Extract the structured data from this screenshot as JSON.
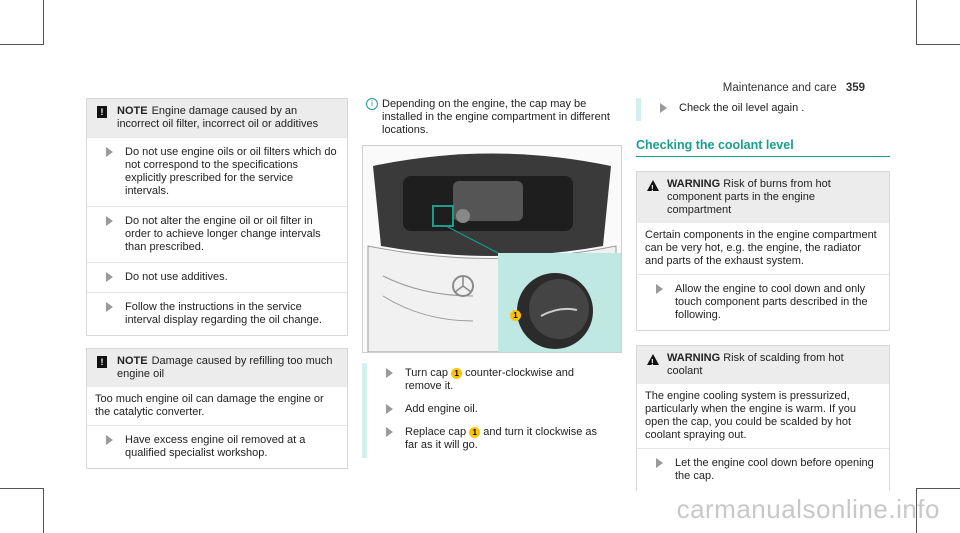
{
  "header": {
    "section": "Maintenance and care",
    "page": "359"
  },
  "col1": {
    "notice1": {
      "label": "NOTE",
      "title": "Engine damage caused by an incorrect oil filter, incorrect oil or additives",
      "steps": [
        "Do not use engine oils or oil filters which do not correspond to the specifications explicitly prescribed for the service intervals.",
        "Do not alter the engine oil or oil filter in order to achieve longer change intervals than prescribed.",
        "Do not use additives.",
        "Follow the instructions in the service interval display regarding the oil change."
      ]
    },
    "notice2": {
      "label": "NOTE",
      "title": "Damage caused by refilling too much engine oil",
      "body": "Too much engine oil can damage the engine or the catalytic converter.",
      "steps": [
        "Have excess engine oil removed at a qualified specialist workshop."
      ]
    }
  },
  "col2": {
    "info": "Depending on the engine, the cap may be installed in the engine compartment in different locations.",
    "callout_number": "1",
    "steps": [
      {
        "a": "Turn cap",
        "b": "counter-clockwise and remove it."
      },
      {
        "a": "Add engine oil.",
        "b": ""
      },
      {
        "a": "Replace cap",
        "b": "and turn it clockwise as far as it will go."
      }
    ]
  },
  "col3": {
    "step_top": "Check the oil level again .",
    "section_title": "Checking the coolant level",
    "warning1": {
      "label": "WARNING",
      "title": "Risk of burns from hot component parts in the engine compartment",
      "body": "Certain components in the engine compartment can be very hot, e.g. the engine, the radiator and parts of the exhaust system.",
      "steps": [
        "Allow the engine to cool down and only touch component parts described in the following."
      ]
    },
    "warning2": {
      "label": "WARNING",
      "title": "Risk of scalding from hot coolant",
      "body": "The engine cooling system is pressurized, particularly when the engine is warm. If you open the cap, you could be scalded by hot coolant spraying out.",
      "steps": [
        "Let the engine cool down before opening the cap."
      ]
    }
  },
  "watermark": "carmanualsonline.info",
  "colors": {
    "accent": "#1b9d8b",
    "badge": "#ffc300"
  }
}
